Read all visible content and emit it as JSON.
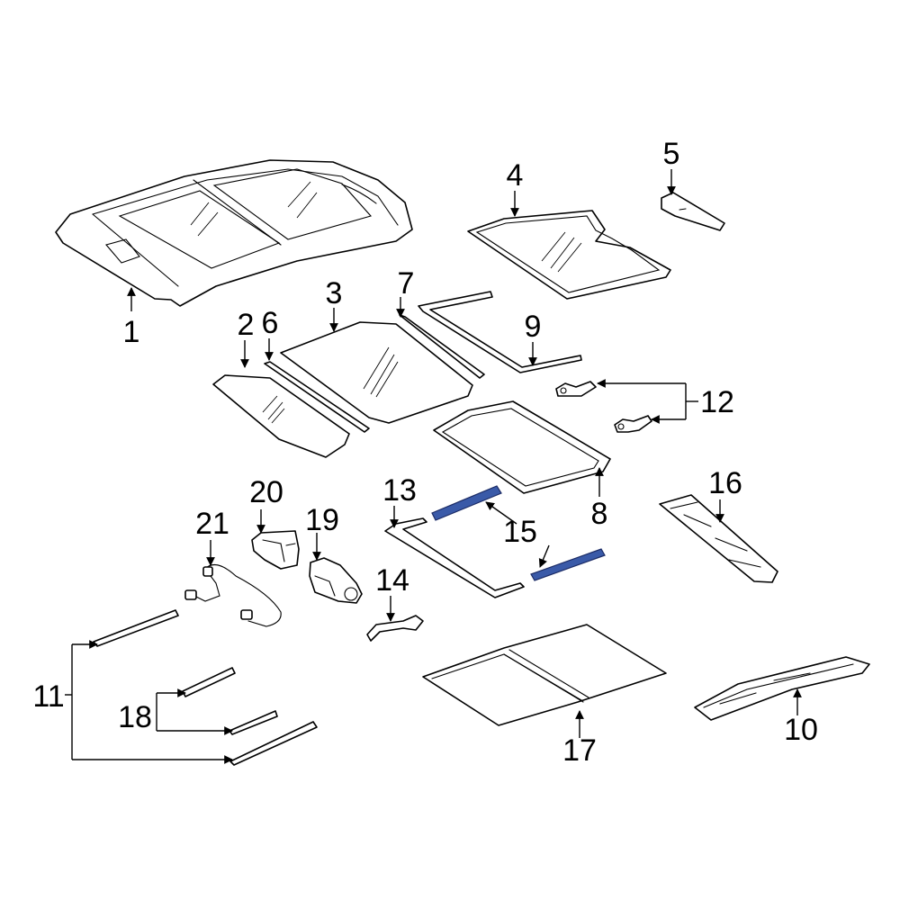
{
  "diagram": {
    "highlight_color": "#3a5aa8",
    "line_color": "#000000",
    "background": "#ffffff",
    "callouts": {
      "c1": "1",
      "c2": "2",
      "c3": "3",
      "c4": "4",
      "c5": "5",
      "c6": "6",
      "c7": "7",
      "c8": "8",
      "c9": "9",
      "c10": "10",
      "c11": "11",
      "c12": "12",
      "c13": "13",
      "c14": "14",
      "c15": "15",
      "c16": "16",
      "c17": "17",
      "c18": "18",
      "c19": "19",
      "c20": "20",
      "c21": "21"
    }
  }
}
